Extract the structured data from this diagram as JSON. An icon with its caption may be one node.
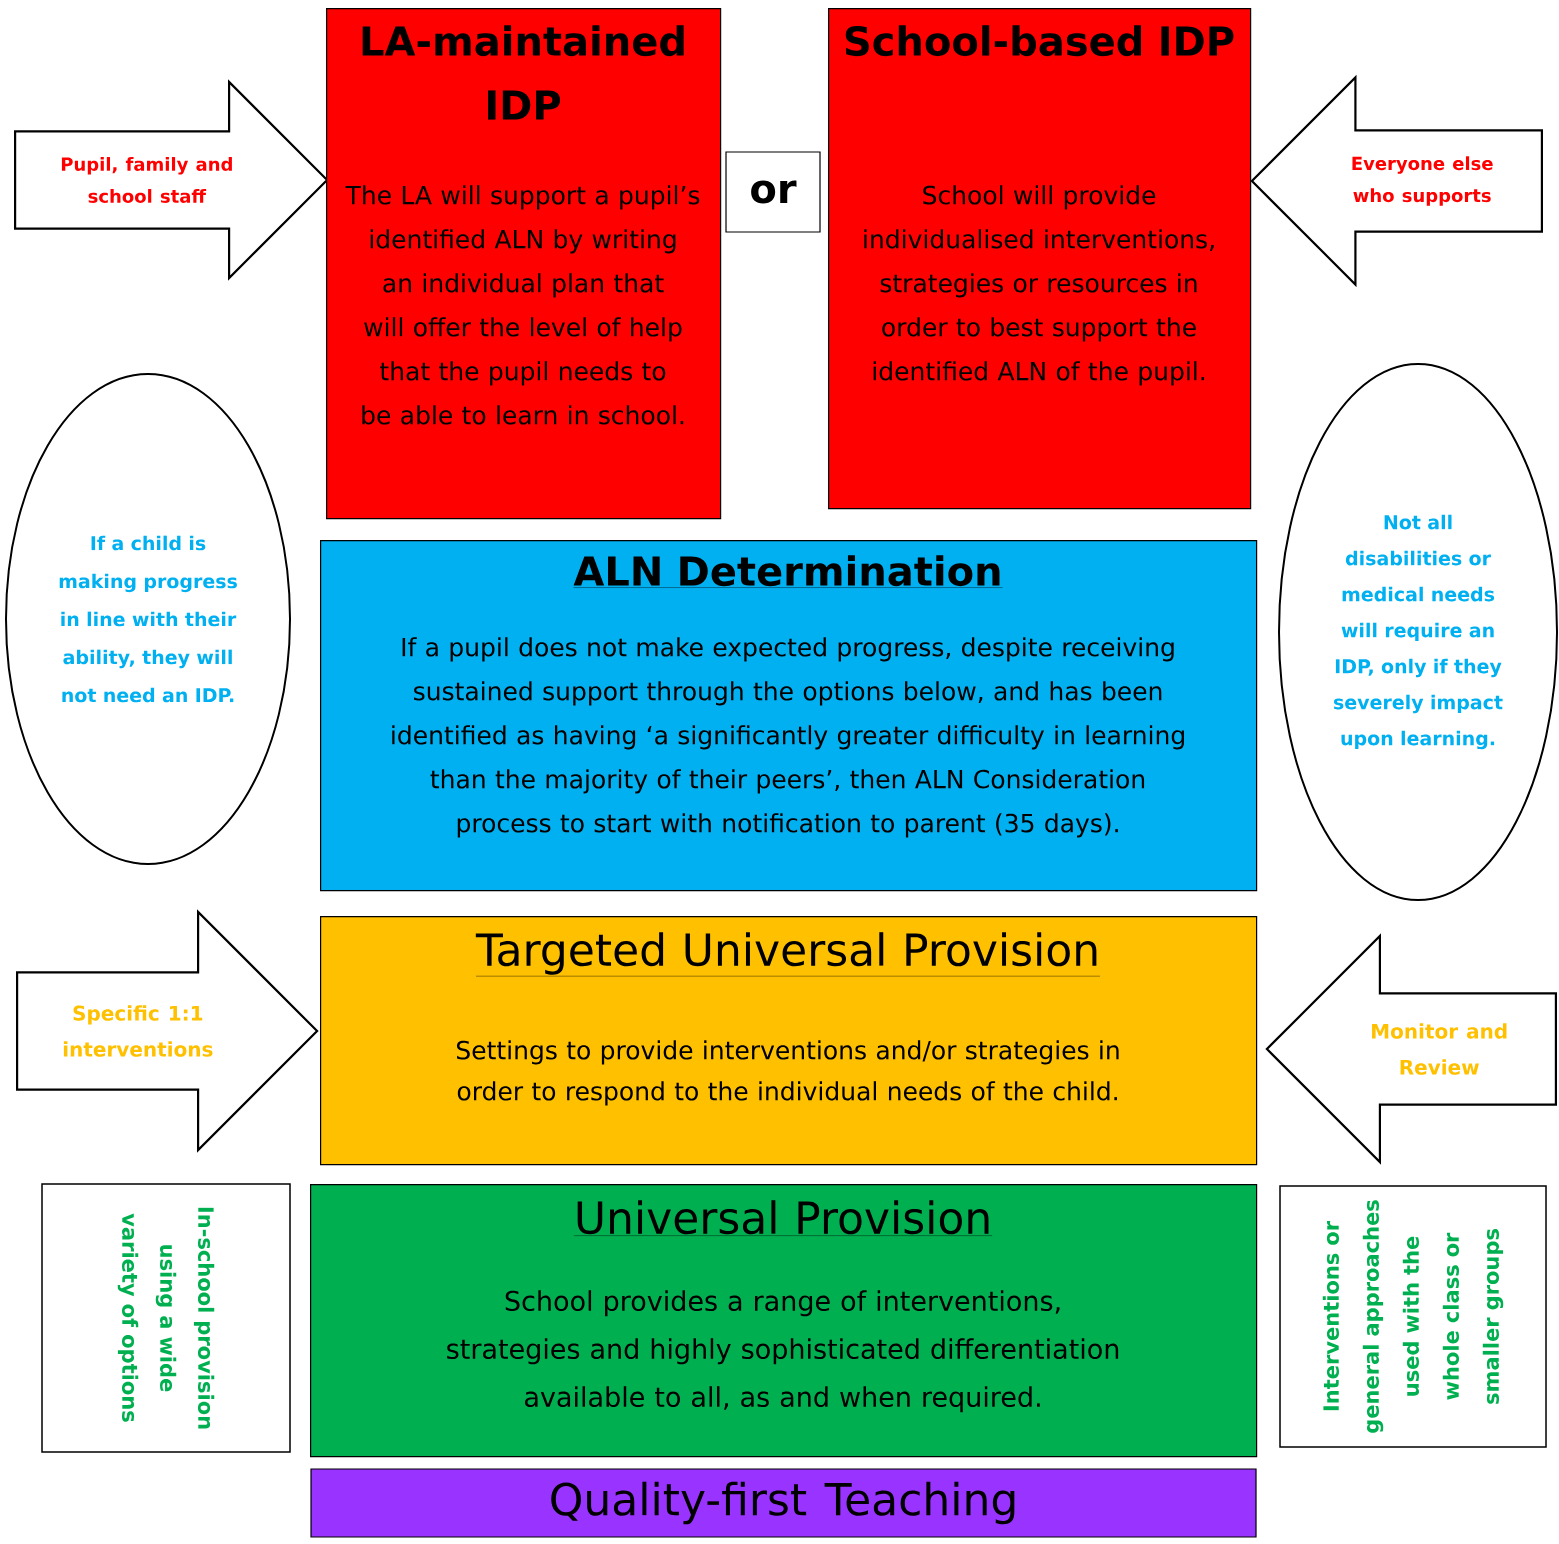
{
  "diagram": {
    "nodes": [
      {
        "text": [
          "Pupil, family and school staff"
        ]
      },
      {
        "text": [
          "LA-maintained IDP",
          "The LA will support a pupil’s identified ALN by writing an individual plan that will offer the level of help that the pupil needs to be able to learn in school."
        ]
      },
      {
        "text": [
          "or"
        ]
      },
      {
        "text": [
          "School-based IDP",
          "School will provide individualised interventions, strategies or resources in order to best support the identified ALN of the pupil."
        ]
      },
      {
        "text": [
          "Everyone else who supports"
        ]
      },
      {
        "text": [
          "If a child is making progress in line with their ability, they will not need an IDP."
        ]
      },
      {
        "text": [
          "ALN Determination",
          "If a pupil does not make expected progress, despite receiving sustained support through the options below, and has been identified as having ‘a significantly greater difficulty in learning than the majority of their peers’, then ALN Consideration process to start with notification to parent (35 days)."
        ]
      },
      {
        "text": [
          "Not all disabilities or medical needs will require an IDP, only if they severely impact upon learning."
        ]
      },
      {
        "text": [
          "Specific 1:1 interventions"
        ]
      },
      {
        "text": [
          "Targeted Universal Provision",
          "Settings to provide interventions and/or strategies in order to respond to the individual needs of the child."
        ]
      },
      {
        "text": [
          "Monitor and Review"
        ]
      },
      {
        "text": [
          "In-school provision using a wide variety of options"
        ]
      },
      {
        "text": [
          "Universal Provision",
          "School provides a range of interventions, strategies and highly sophisticated differentiation available to all, as and when required."
        ]
      },
      {
        "text": [
          "Interventions or general approaches used with the whole class or smaller groups"
        ]
      },
      {
        "text": [
          "Quality-first Teaching"
        ]
      }
    ]
  }
}
